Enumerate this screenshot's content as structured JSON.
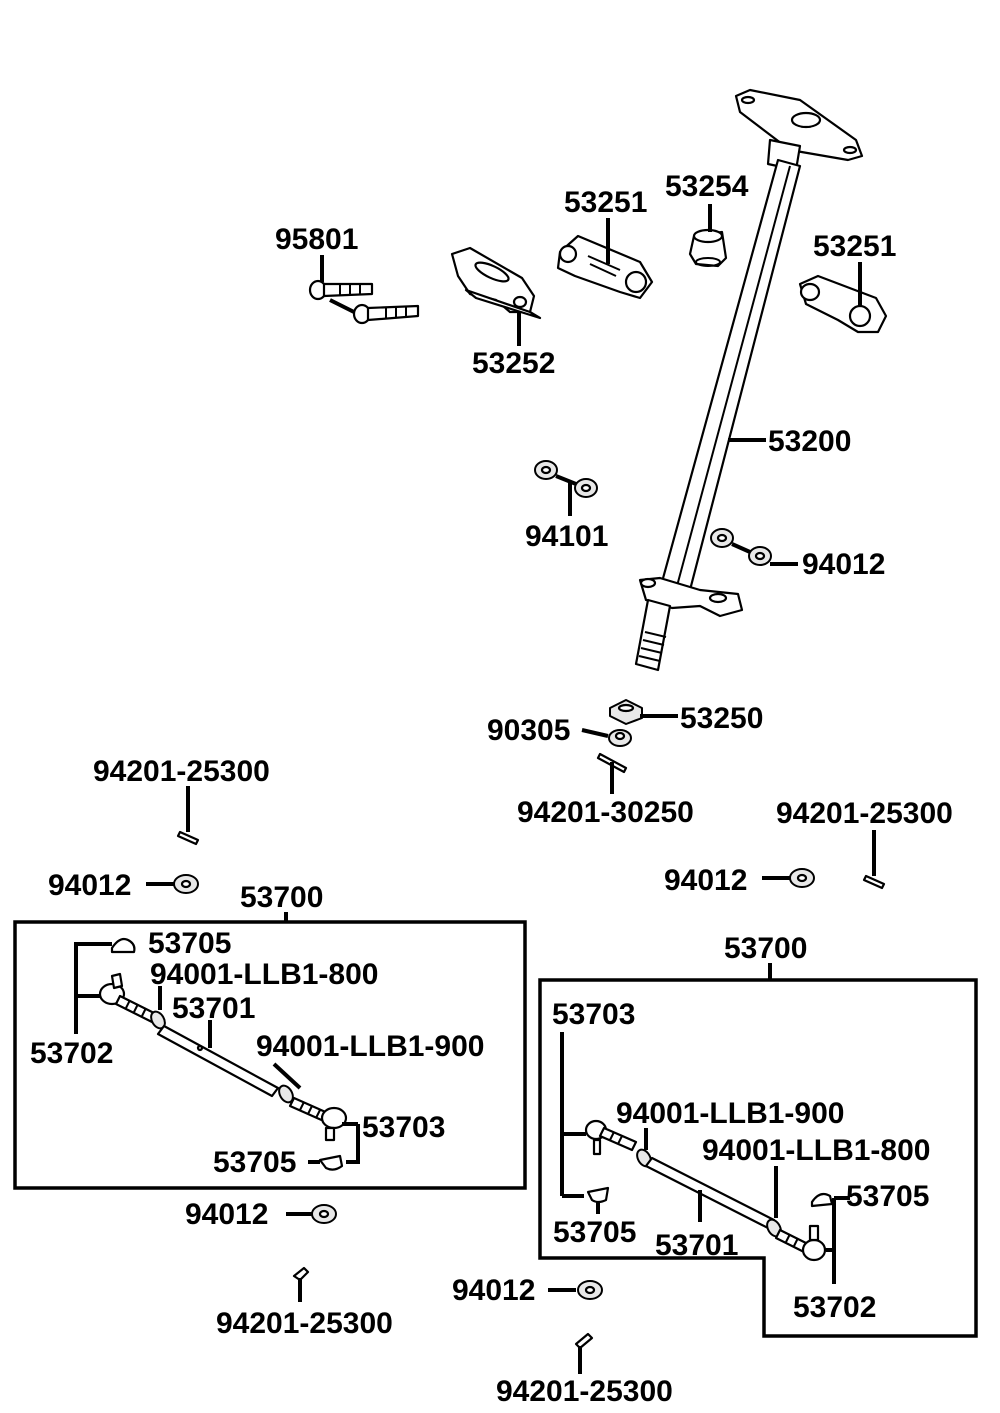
{
  "labels": {
    "p95801": "95801",
    "p53252": "53252",
    "p53251_left": "53251",
    "p53254": "53254",
    "p53251_right": "53251",
    "p53200": "53200",
    "p94101": "94101",
    "p94012_shaft": "94012",
    "p53250": "53250",
    "p90305": "90305",
    "p94201_30250": "94201-30250",
    "p94201_25300_top_left": "94201-25300",
    "p94201_25300_top_right": "94201-25300",
    "p94012_top_left": "94012",
    "p94012_top_right": "94012",
    "assembly_left": {
      "p53700": "53700",
      "p53705_top": "53705",
      "p94001_llb1_800": "94001-LLB1-800",
      "p53701": "53701",
      "p53702": "53702",
      "p94001_llb1_900": "94001-LLB1-900",
      "p53703": "53703",
      "p53705_bottom": "53705"
    },
    "assembly_right": {
      "p53700": "53700",
      "p53703": "53703",
      "p94001_llb1_900": "94001-LLB1-900",
      "p94001_llb1_800": "94001-LLB1-800",
      "p53705_right": "53705",
      "p53705_left": "53705",
      "p53701": "53701",
      "p53702": "53702"
    },
    "p94012_bottom_left": "94012",
    "p94201_25300_bottom_left": "94201-25300",
    "p94012_bottom_center": "94012",
    "p94201_25300_bottom_center": "94201-25300"
  }
}
